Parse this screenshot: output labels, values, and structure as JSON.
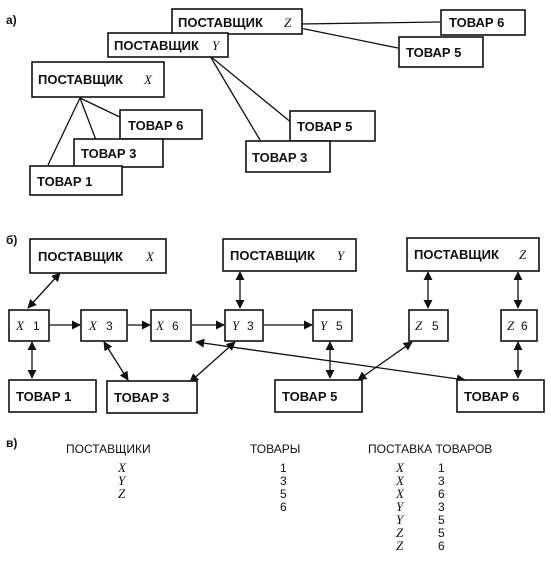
{
  "section_labels": {
    "a": "а)",
    "b": "б)",
    "c": "в)"
  },
  "diagram_a": {
    "boxes": {
      "supplier_z": {
        "label": "ПОСТАВЩИК",
        "var": "Z"
      },
      "supplier_y": {
        "label": "ПОСТАВЩИК",
        "var": "Y"
      },
      "supplier_x": {
        "label": "ПОСТАВЩИК",
        "var": "X"
      },
      "product_6_z": {
        "label": "ТОВАР  6"
      },
      "product_5_z": {
        "label": "ТОВАР  5"
      },
      "product_5_y": {
        "label": "ТОВАР  5"
      },
      "product_3_y": {
        "label": "ТОВАР  3"
      },
      "product_6_x": {
        "label": "ТОВАР 6"
      },
      "product_3_x": {
        "label": "ТОВАР  3"
      },
      "product_1_x": {
        "label": "ТОВАР  1"
      }
    }
  },
  "diagram_b": {
    "suppliers": [
      {
        "label": "ПОСТАВЩИК",
        "var": "X"
      },
      {
        "label": "ПОСТАВЩИК",
        "var": "Y"
      },
      {
        "label": "ПОСТАВЩИК",
        "var": "Z"
      }
    ],
    "links": [
      {
        "var": "X",
        "num": "1"
      },
      {
        "var": "X",
        "num": "3"
      },
      {
        "var": "X",
        "num": "6"
      },
      {
        "var": "Y",
        "num": "3"
      },
      {
        "var": "Y",
        "num": "5"
      },
      {
        "var": "Z",
        "num": "5"
      },
      {
        "var": "Z",
        "num": "6"
      }
    ],
    "products": [
      "ТОВАР  1",
      "ТОВАР  3",
      "ТОВАР  5",
      "ТОВАР  6"
    ]
  },
  "tables": {
    "suppliers": {
      "header": "ПОСТАВЩИКИ",
      "rows": [
        "X",
        "Y",
        "Z"
      ]
    },
    "products": {
      "header": "ТОВАРЫ",
      "rows": [
        "1",
        "3",
        "5",
        "6"
      ]
    },
    "deliveries": {
      "header": "ПОСТАВКА  ТОВАРОВ",
      "rows": [
        {
          "supplier": "X",
          "product": "1"
        },
        {
          "supplier": "X",
          "product": "3"
        },
        {
          "supplier": "X",
          "product": "6"
        },
        {
          "supplier": "Y",
          "product": "3"
        },
        {
          "supplier": "Y",
          "product": "5"
        },
        {
          "supplier": "Z",
          "product": "5"
        },
        {
          "supplier": "Z",
          "product": "6"
        }
      ]
    }
  }
}
